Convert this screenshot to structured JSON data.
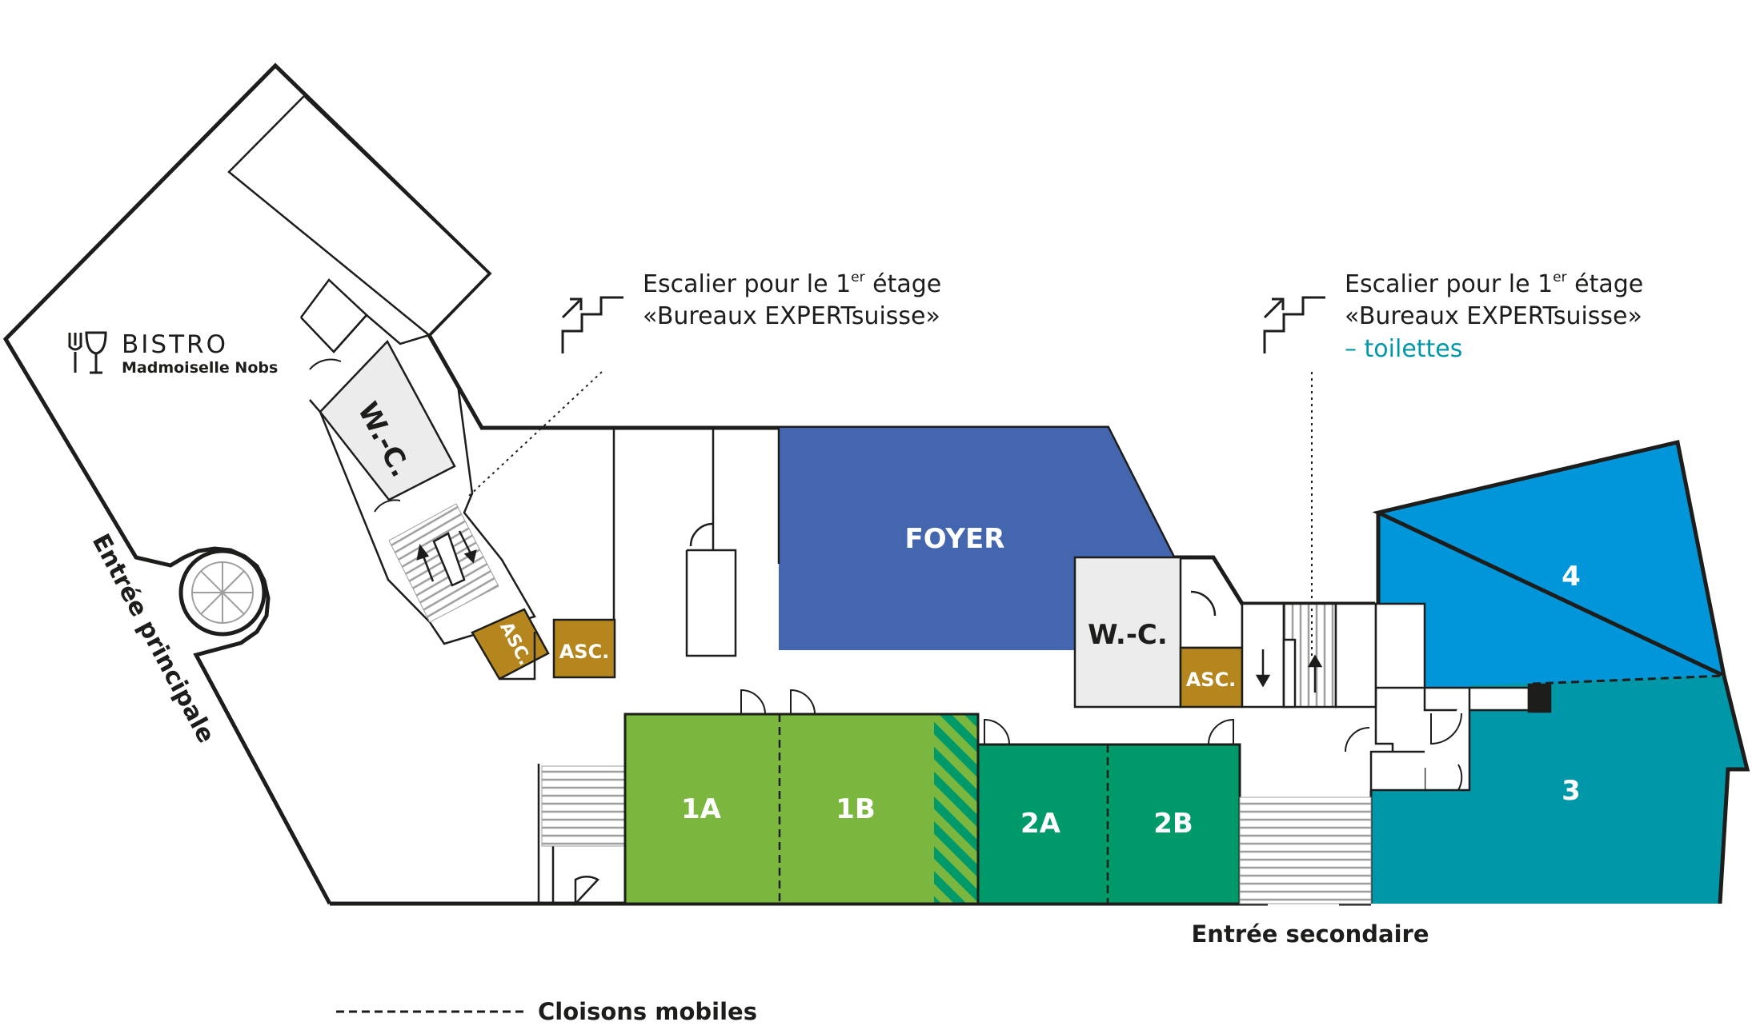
{
  "plan": {
    "rooms": {
      "foyer": "FOYER",
      "r1a": "1A",
      "r1b": "1B",
      "r2a": "2A",
      "r2b": "2B",
      "r3": "3",
      "r4": "4",
      "wc_left": "W.-C.",
      "wc_right": "W.-C.",
      "asc_rot": "ASC.",
      "asc_left": "ASC.",
      "asc_right": "ASC."
    },
    "bistro": {
      "name": "BISTRO",
      "subtitle": "Madmoiselle Nobs"
    },
    "entrances": {
      "main": "Entrée principale",
      "secondary": "Entrée secondaire"
    },
    "stairs_left": {
      "line1": "Escalier pour le 1",
      "sup": "er",
      "line1_end": " étage",
      "line2": "«Bureaux EXPERTsuisse»"
    },
    "stairs_right": {
      "line1": "Escalier pour le 1",
      "sup": "er",
      "line1_end": " étage",
      "line2": "«Bureaux EXPERTsuisse»",
      "line3": "– toilettes"
    },
    "legend": {
      "partitions": "Cloisons mobiles"
    },
    "colors": {
      "foyer": "#4466ae",
      "room1": "#7bb63e",
      "room2": "#009a6a",
      "room3": "#0098a9",
      "room4": "#0096d9",
      "lift": "#b5861d",
      "wc": "#ececec",
      "accent_text": "#0098a9"
    }
  }
}
